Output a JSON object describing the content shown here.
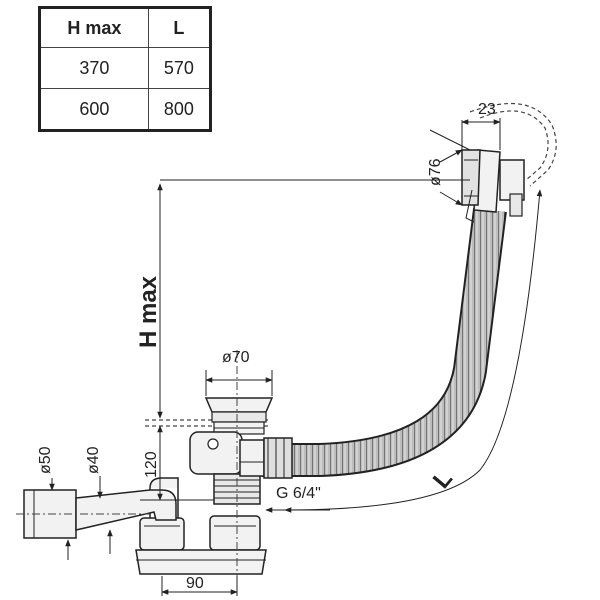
{
  "table": {
    "headers": [
      "H max",
      "L"
    ],
    "rows": [
      [
        "370",
        "570"
      ],
      [
        "600",
        "800"
      ]
    ]
  },
  "dims": {
    "d76": "ø76",
    "w23": "23",
    "d70": "ø70",
    "hmax": "H max",
    "h120": "120",
    "d50": "ø50",
    "d40": "ø40",
    "thread": "G 6/4\"",
    "w90": "90",
    "len": "L"
  },
  "colors": {
    "line": "#222222",
    "part": "#f2f2f2",
    "hose": "#cfcfcf"
  }
}
